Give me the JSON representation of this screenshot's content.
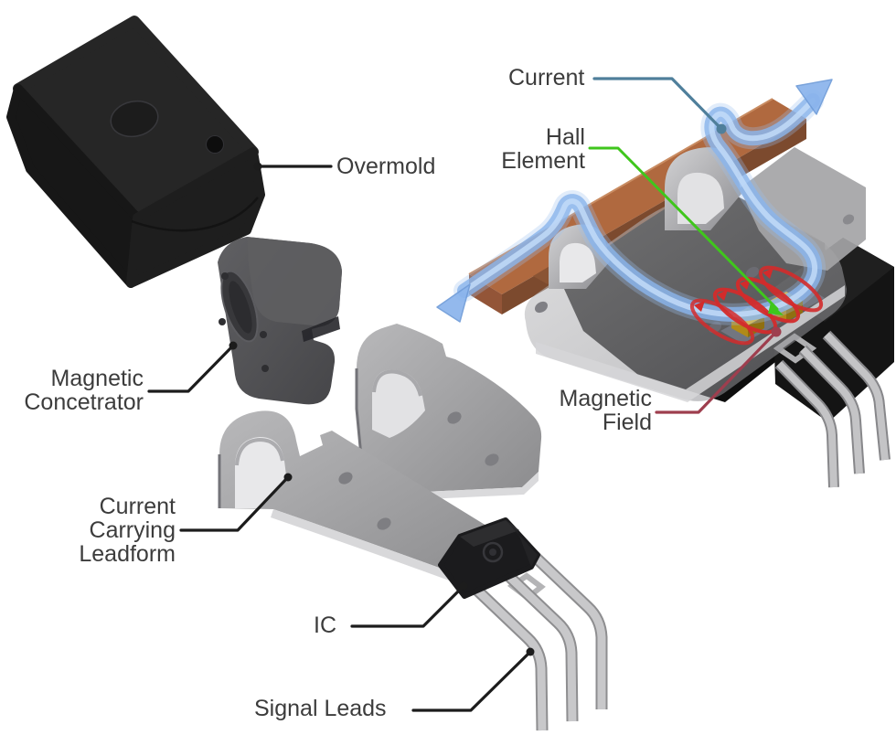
{
  "diagram": {
    "type": "exploded-view-hall-effect-current-sensor"
  },
  "labels": {
    "overmold": "Overmold",
    "magnetic_concentrator_line1": "Magnetic",
    "magnetic_concentrator_line2": "Concetrator",
    "leadform_line1": "Current",
    "leadform_line2": "Carrying",
    "leadform_line3": "Leadform",
    "ic": "IC",
    "signal_leads": "Signal Leads",
    "current": "Current",
    "hall_element_line1": "Hall",
    "hall_element_line2": "Element",
    "magnetic_field_line1": "Magnetic",
    "magnetic_field_line2": "Field"
  },
  "colors": {
    "background": "#ffffff",
    "text": "#3c3c3c",
    "leader_black": "#1c1c1c",
    "leader_current_blue": "#4f7f9b",
    "leader_hall_green": "#3fc61c",
    "leader_field_maroon": "#9e3e4e",
    "copper": "#b0693f",
    "current_ribbon_blue": "#8ab4ec",
    "field_ring_red": "#d32b2b",
    "hall_chip_gold": "#e2b82c",
    "leadform_grey": "#9e9ea0",
    "concentrator_grey": "#515154",
    "body_black": "#161616"
  }
}
